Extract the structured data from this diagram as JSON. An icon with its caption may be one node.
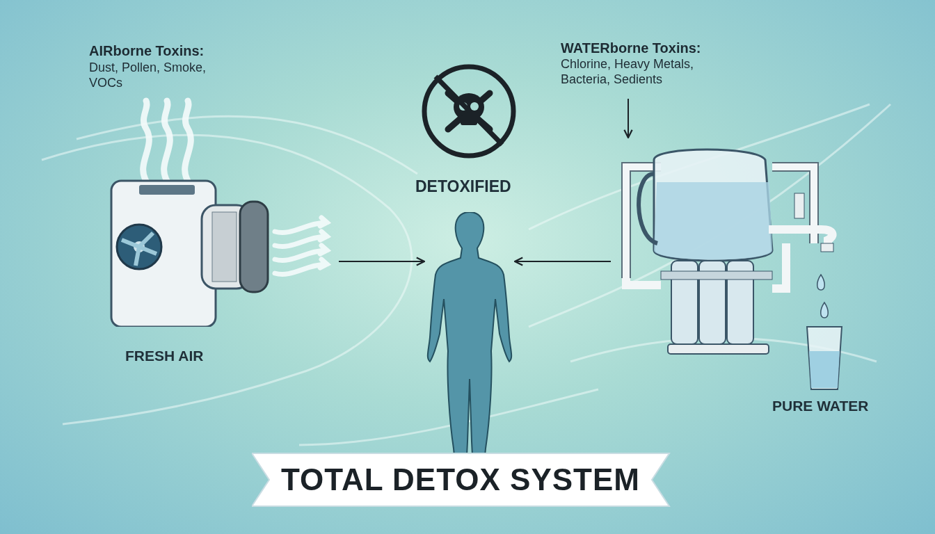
{
  "diagram": {
    "title": "TOTAL DETOX SYSTEM",
    "nodes": [
      {
        "text": [],
        "shape": "picture",
        "beside": [
          "FRESH AIR"
        ]
      },
      {
        "text": [],
        "shape": "person"
      },
      {
        "text": [
          "WATERborne Toxins:",
          "Chlorine, Heavy Metals, Bacteria, Sedients"
        ]
      },
      {
        "text": [],
        "shape": "picture",
        "beside": [
          "PURE WATER"
        ]
      }
    ],
    "edges": [
      {
        "from": 0,
        "to": 1,
        "arrow": "to"
      },
      {
        "from": 3,
        "to": 1,
        "arrow": "to"
      },
      {
        "from": 2,
        "to": 3,
        "arrow": "to"
      }
    ],
    "labels": [
      "AIRborne Toxins:",
      "Dust, Pollen, Smoke, VOCs",
      "DETOXIFIED"
    ]
  }
}
